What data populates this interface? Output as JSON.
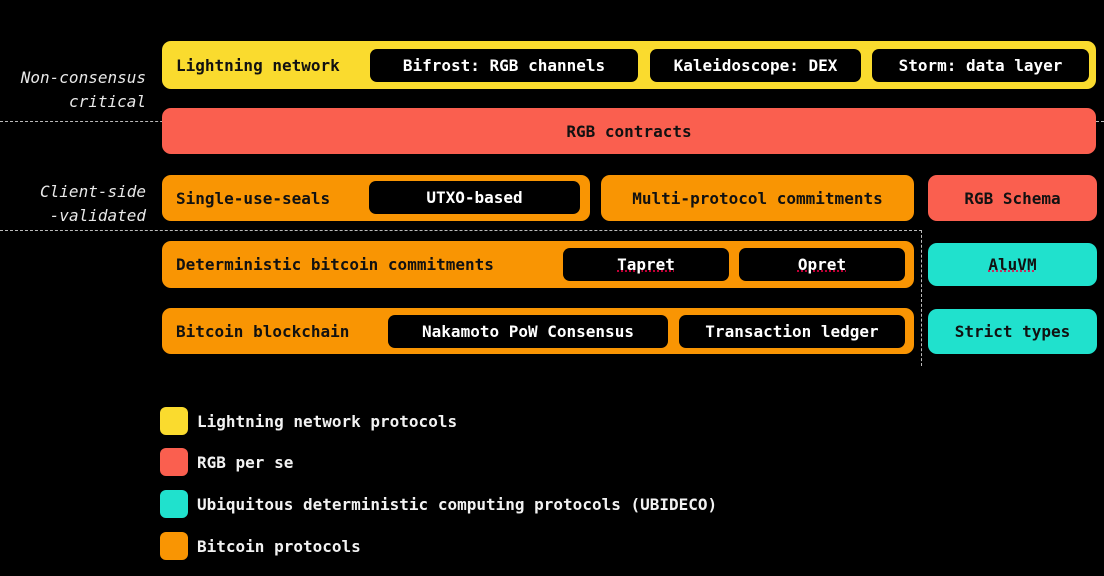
{
  "side_labels": {
    "non_consensus": [
      "Non-consensus",
      "critical"
    ],
    "client_side": [
      "Client-side",
      "-validated"
    ]
  },
  "rows": {
    "lightning": {
      "label": "Lightning network",
      "pills": [
        "Bifrost: RGB channels",
        "Kaleidoscope: DEX",
        "Storm: data layer"
      ]
    },
    "rgb_contracts": {
      "label": "RGB contracts"
    },
    "seals": {
      "label": "Single-use-seals",
      "pill": "UTXO-based"
    },
    "multi_protocol": {
      "label": "Multi-protocol commitments"
    },
    "rgb_schema": {
      "label": "RGB Schema"
    },
    "deterministic": {
      "label": "Deterministic bitcoin commitments",
      "pills": [
        "Tapret",
        "Opret"
      ]
    },
    "aluvm": {
      "label": "AluVM"
    },
    "blockchain": {
      "label": "Bitcoin blockchain",
      "pills": [
        "Nakamoto PoW Consensus",
        "Transaction ledger"
      ]
    },
    "strict_types": {
      "label": "Strict types"
    }
  },
  "legend": [
    {
      "label": "Lightning network protocols",
      "color": "#fadb2e"
    },
    {
      "label": "RGB per se",
      "color": "#fa5f4f"
    },
    {
      "label": "Ubiquitous deterministic computing protocols (UBIDECO)",
      "color": "#20e1cd"
    },
    {
      "label": "Bitcoin protocols",
      "color": "#f99503"
    }
  ]
}
